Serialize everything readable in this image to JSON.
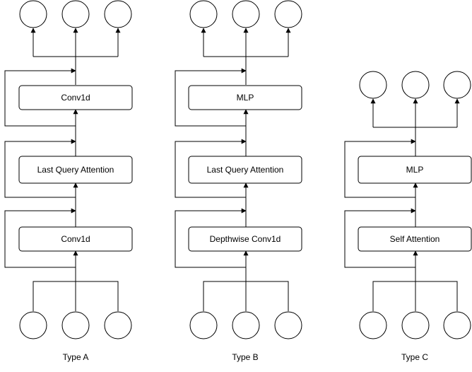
{
  "columns": [
    {
      "id": "type-a",
      "caption": "Type A",
      "layers": [
        "Conv1d",
        "Last Query Attention",
        "Conv1d"
      ],
      "input_nodes": 3,
      "output_nodes": 3
    },
    {
      "id": "type-b",
      "caption": "Type B",
      "layers": [
        "MLP",
        "Last Query Attention",
        "Depthwise Conv1d"
      ],
      "input_nodes": 3,
      "output_nodes": 3
    },
    {
      "id": "type-c",
      "caption": "Type C",
      "layers": [
        "MLP",
        "Self Attention"
      ],
      "input_nodes": 3,
      "output_nodes": 3
    }
  ]
}
